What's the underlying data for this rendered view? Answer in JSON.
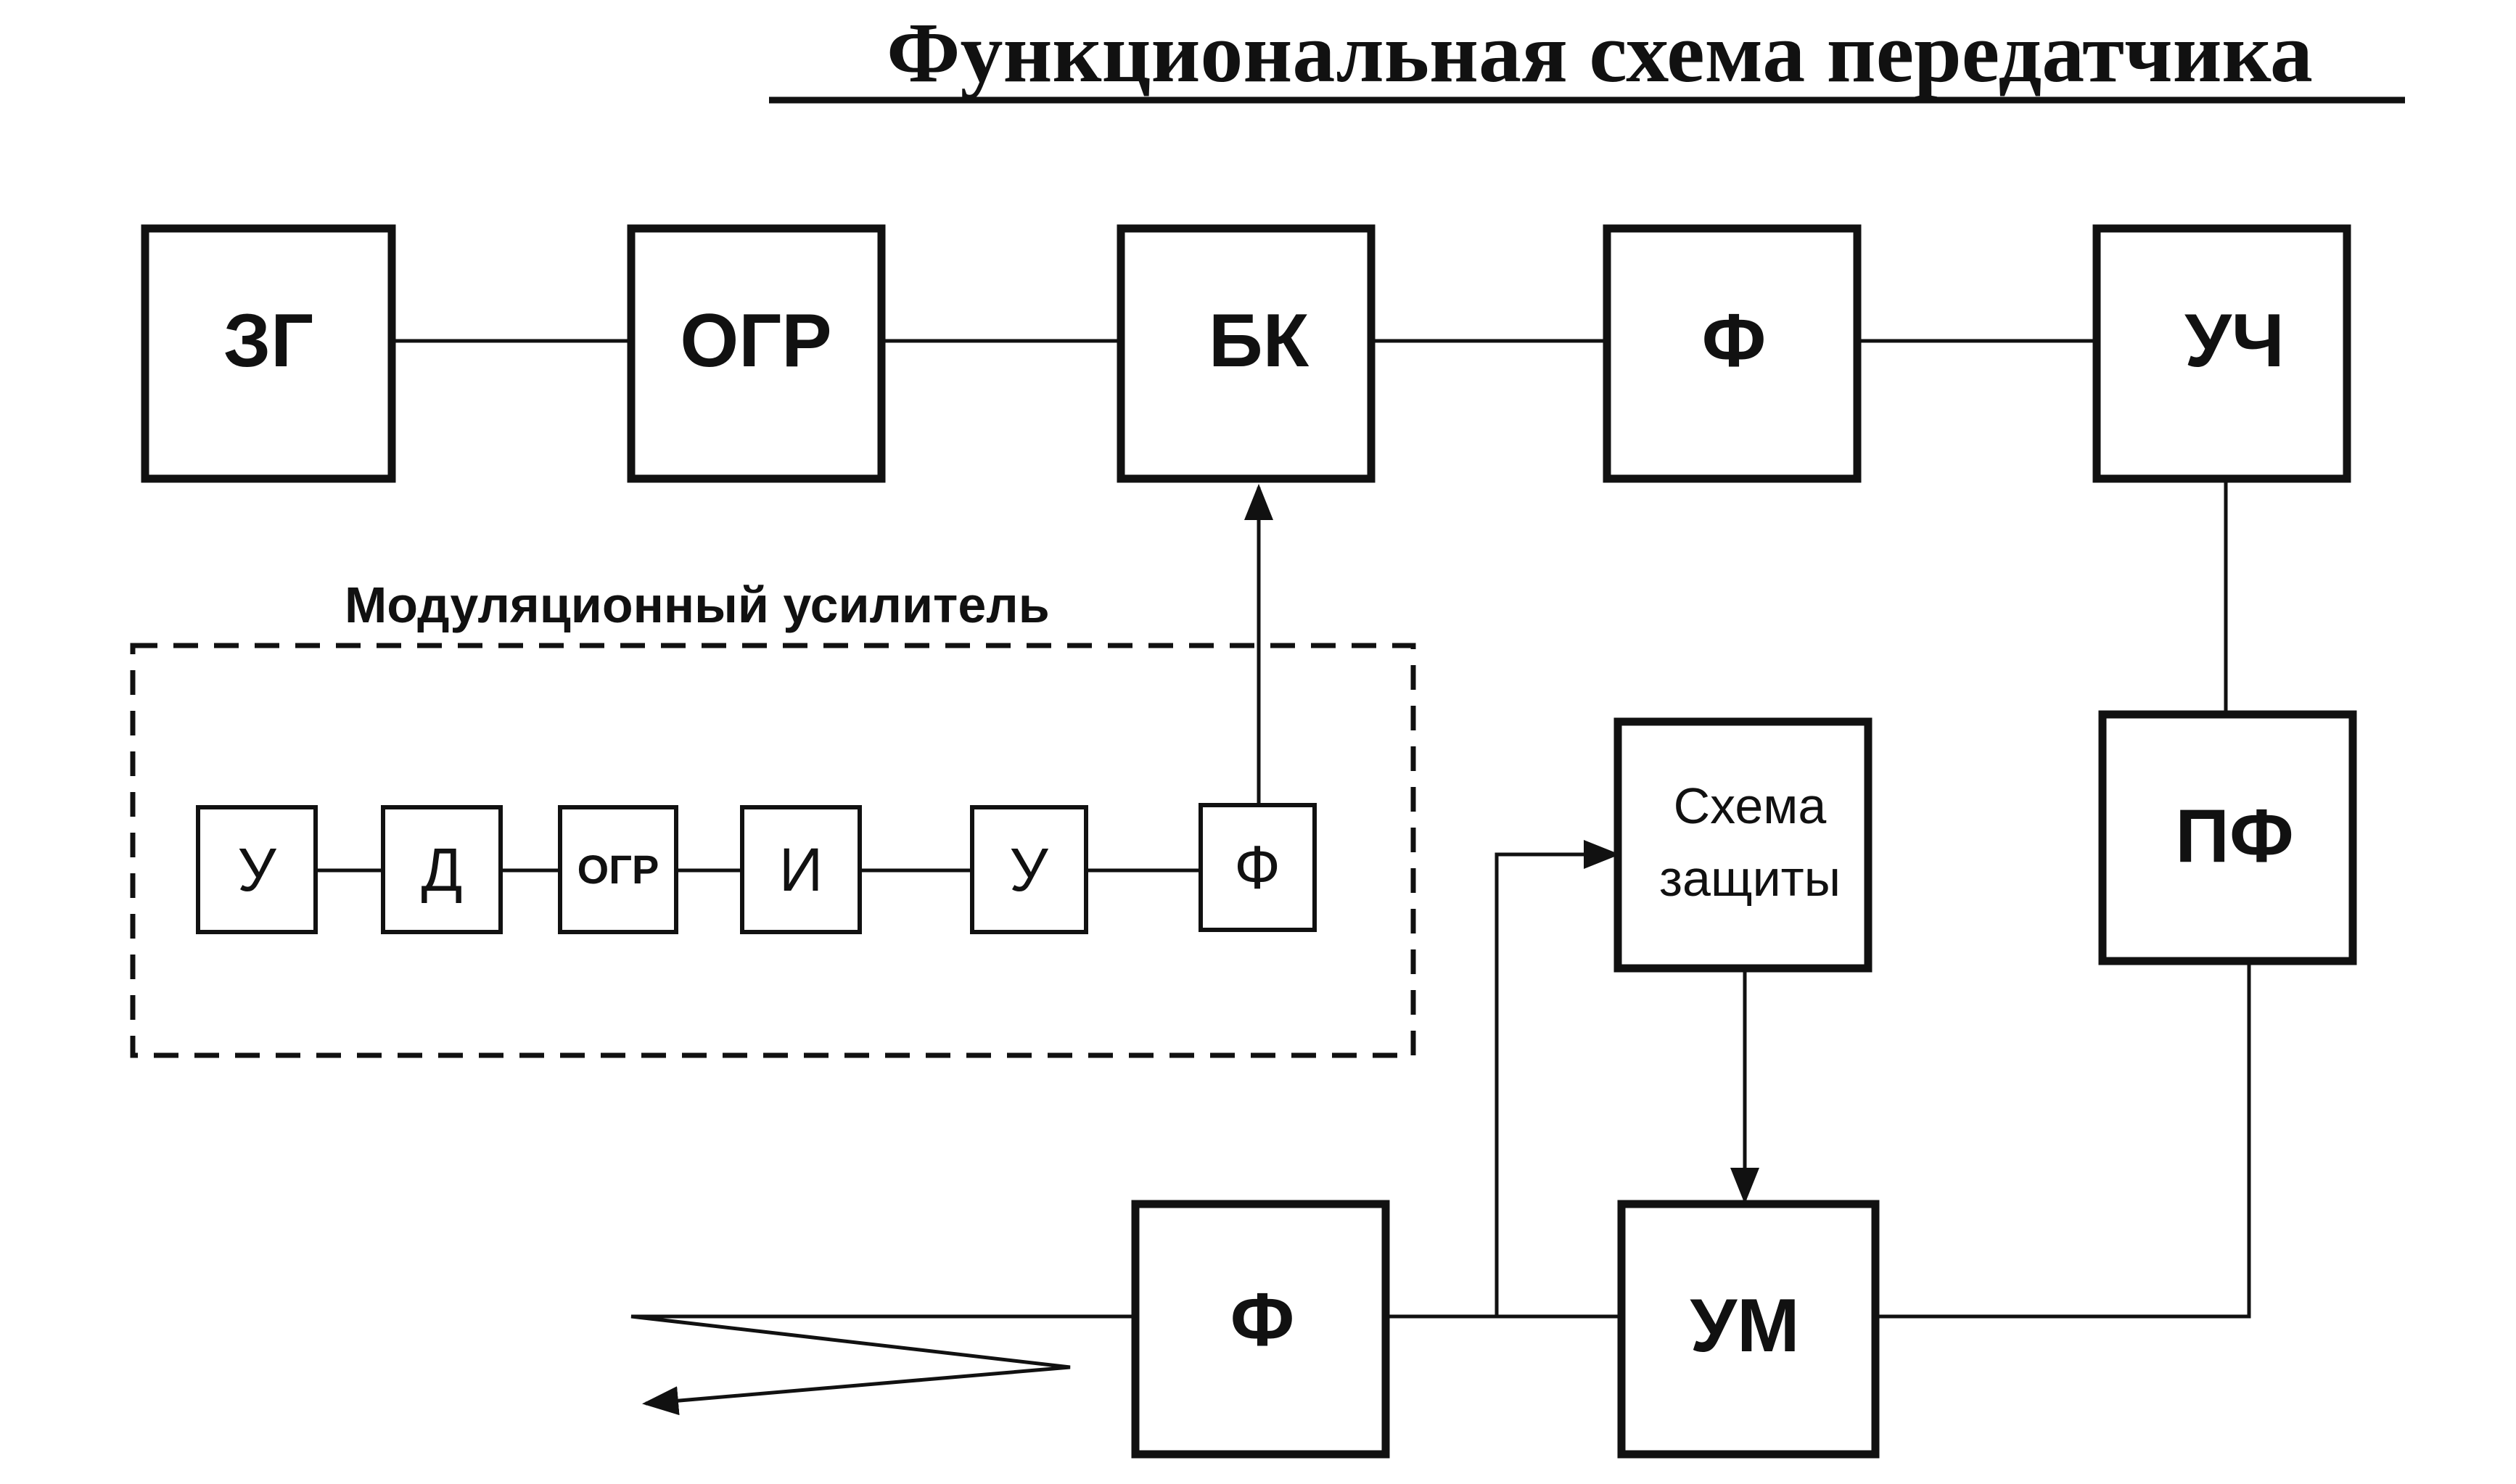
{
  "title": "Функциональная схема передатчика",
  "blocks": {
    "zg": "ЗГ",
    "ogr": "ОГР",
    "bk": "БК",
    "f_top": "Ф",
    "uch": "УЧ",
    "pf": "ПФ",
    "um": "УМ",
    "f_bottom": "Ф",
    "protection_line1": "Схема",
    "protection_line2": "защиты"
  },
  "modulation_amplifier": {
    "label": "Модуляционный усилитель",
    "stages": [
      "У",
      "Д",
      "ОГР",
      "И",
      "У",
      "Ф"
    ]
  }
}
